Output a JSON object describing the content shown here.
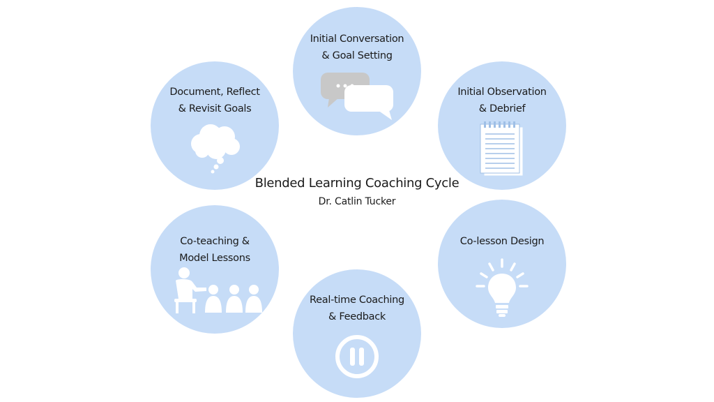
{
  "diagram": {
    "title": "Blended Learning Coaching Cycle",
    "subtitle": "Dr. Catlin Tucker",
    "steps": [
      {
        "id": "initial-conversation",
        "lines": [
          "Initial Conversation",
          "& Goal Setting"
        ],
        "icon": "speech-bubbles-icon"
      },
      {
        "id": "initial-observation",
        "lines": [
          "Initial Observation",
          "& Debrief"
        ],
        "icon": "notepad-icon"
      },
      {
        "id": "co-lesson-design",
        "lines": [
          "Co-lesson Design"
        ],
        "icon": "lightbulb-icon"
      },
      {
        "id": "real-time-coaching",
        "lines": [
          "Real-time Coaching",
          "& Feedback"
        ],
        "icon": "pause-icon"
      },
      {
        "id": "co-teaching",
        "lines": [
          "Co-teaching &",
          "Model Lessons"
        ],
        "icon": "teacher-students-icon"
      },
      {
        "id": "document-reflect",
        "lines": [
          "Document, Reflect",
          "& Revisit Goals"
        ],
        "icon": "thought-cloud-icon"
      }
    ]
  },
  "colors": {
    "circle_fill": "#c6dcf7",
    "icon_fill": "#ffffff",
    "icon_gray": "#c8c8c8",
    "text": "#1a1a1a"
  }
}
